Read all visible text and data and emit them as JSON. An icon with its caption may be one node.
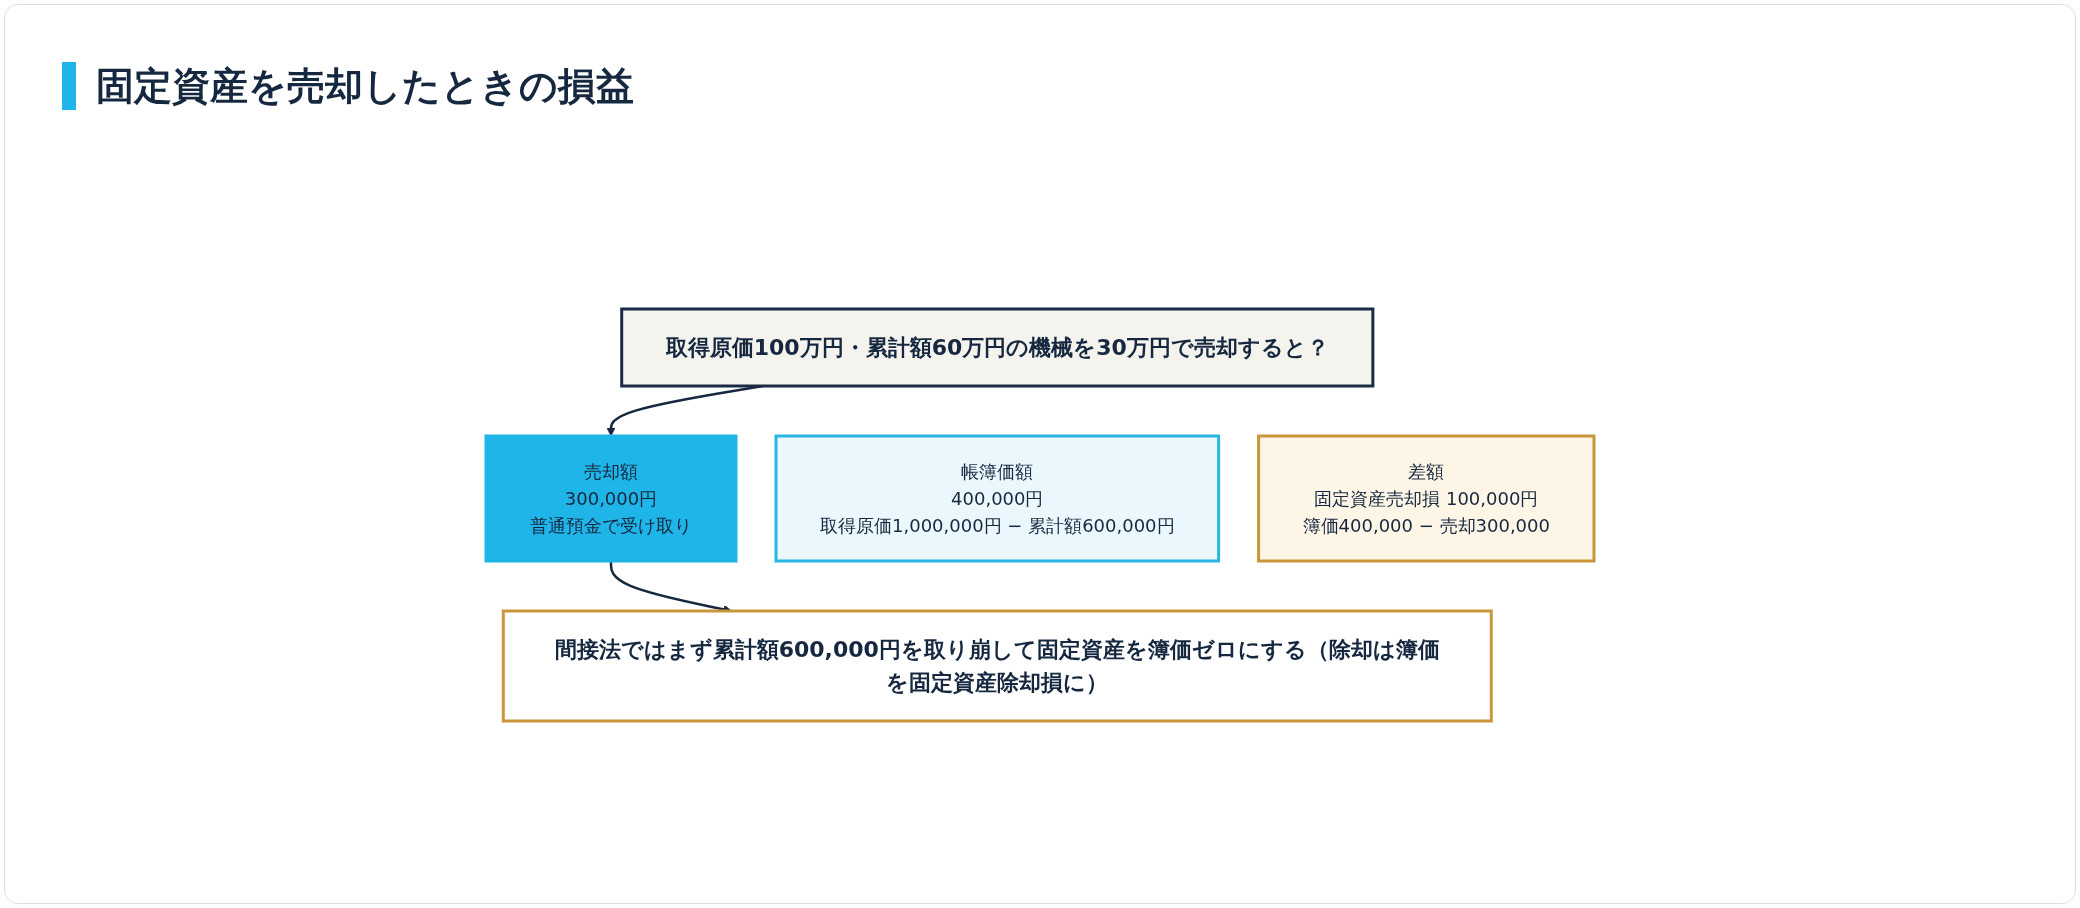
{
  "diagram": {
    "title": "固定資産を売却したときの損益",
    "nodes": [
      {
        "text": [
          "取得原価100万円・累計額60万円の機械を30万円で売却すると？"
        ]
      },
      {
        "text": [
          "帳簿価額",
          "400,000円",
          "取得原価1,000,000円 − 累計額600,000円"
        ]
      },
      {
        "text": [
          "売却額",
          "300,000円",
          "普通預金で受け取り"
        ]
      },
      {
        "text": [
          "差額",
          "固定資産売却損 100,000円",
          "簿価400,000 − 売却300,000"
        ]
      },
      {
        "text": [
          "間接法ではまず累計額600,000円を取り崩して固定資産を簿価ゼロにする（除却は簿価を固定資産除却損に）"
        ]
      }
    ],
    "edges": [
      {
        "from": 0,
        "to": 2,
        "arrow": "to"
      },
      {
        "from": 2,
        "to": 4,
        "arrow": "to"
      }
    ]
  }
}
